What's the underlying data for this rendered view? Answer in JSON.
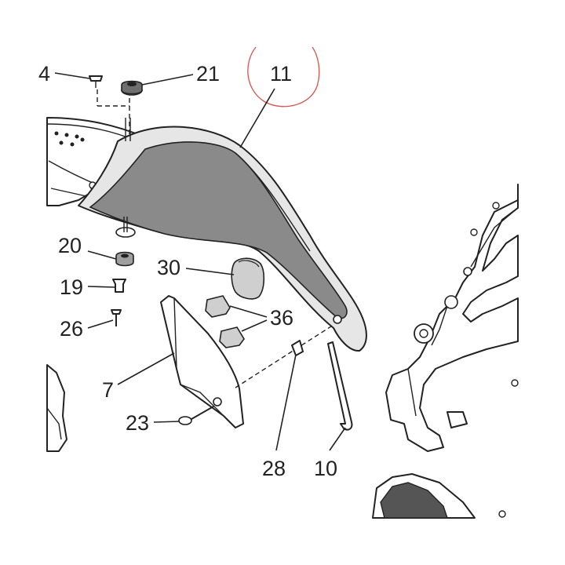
{
  "callouts": {
    "c4": "4",
    "c21": "21",
    "c11": "11",
    "c20": "20",
    "c19": "19",
    "c26": "26",
    "c30": "30",
    "c36": "36",
    "c7": "7",
    "c23": "23",
    "c28": "28",
    "c10": "10"
  },
  "colors": {
    "panel_fill": "#8a8a8a",
    "panel_edge": "#d8d8d8",
    "highlight_circle": "#d9534f",
    "line": "#222222"
  }
}
